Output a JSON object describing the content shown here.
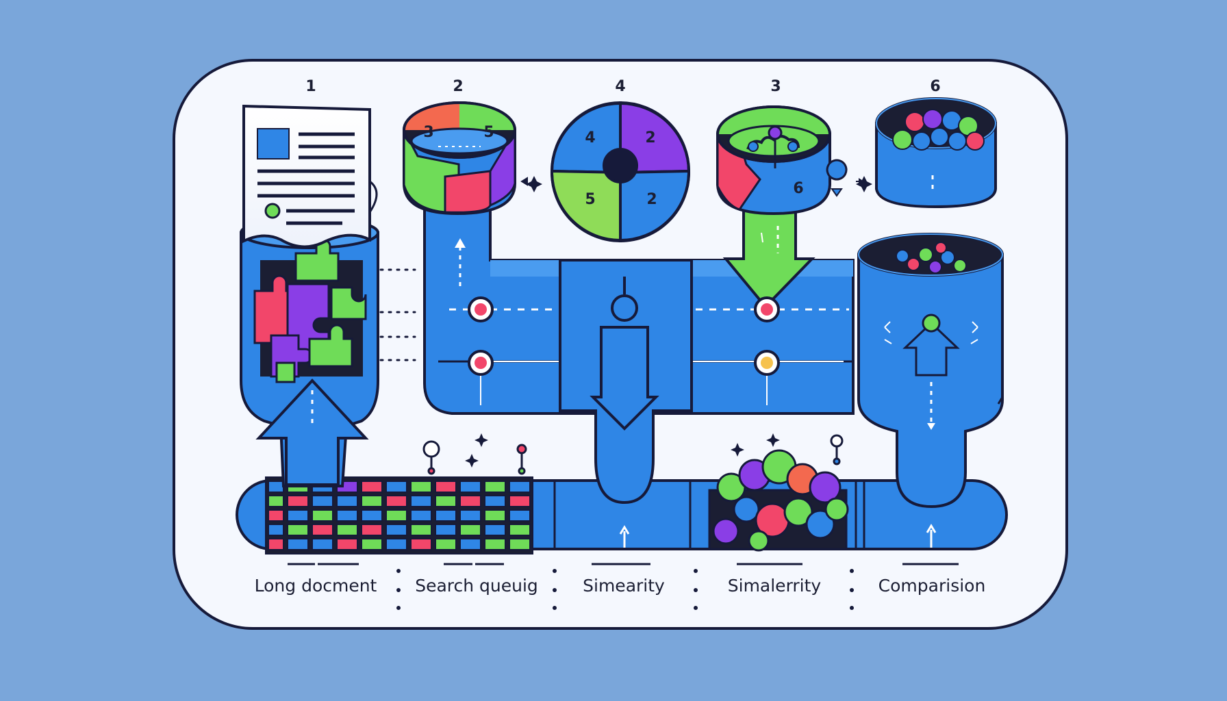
{
  "colors": {
    "background": "#7aa6da",
    "panel": "#f5f8fe",
    "pipe": "#2f86e6",
    "pipe_light": "#4a9cf0",
    "outline": "#161a3a",
    "green": "#6fdc58",
    "purple": "#8a3ee6",
    "red": "#f2466a",
    "orange": "#f3694f",
    "yellow": "#f6c24e"
  },
  "steps": [
    {
      "number": "1",
      "label": "Long docment"
    },
    {
      "number": "2",
      "label": "Search queuig"
    },
    {
      "number": "4",
      "label": "Simearity"
    },
    {
      "number": "3",
      "label": "Simalerrity"
    },
    {
      "number": "6",
      "label": "Comparision"
    }
  ],
  "tank2_numbers": [
    "3",
    "5"
  ],
  "wheel_numbers": [
    "4",
    "2",
    "5",
    "2"
  ],
  "tank3_number": "6",
  "icons": [
    "document-icon",
    "puzzle-icon",
    "arrow-icon",
    "pin-icon",
    "sparkle-icon"
  ]
}
